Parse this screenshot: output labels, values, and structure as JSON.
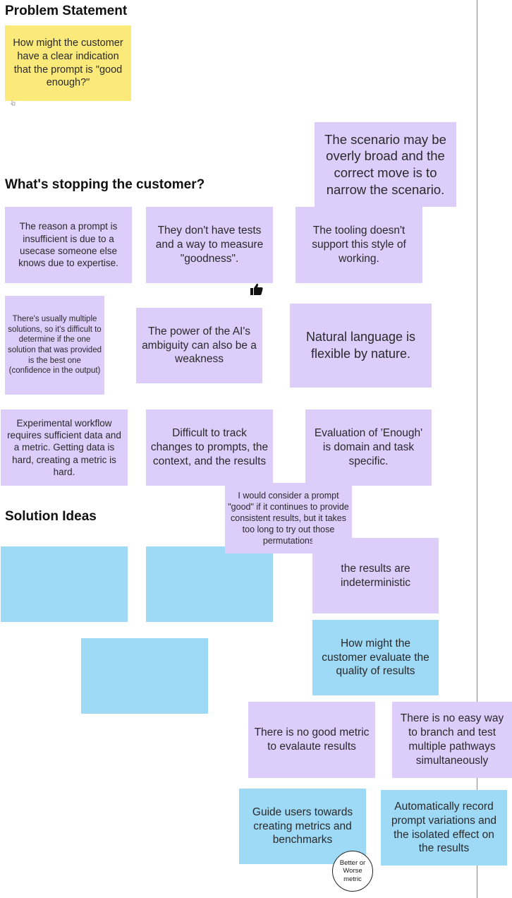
{
  "headings": {
    "problem": "Problem Statement",
    "stopping": "What's stopping the customer?",
    "solutions": "Solution Ideas"
  },
  "problem_note": "How might the customer have a clear indication that the prompt is \"good enough?\"",
  "stopping_notes": {
    "broad": "The scenario may be overly broad and the correct move is to narrow the scenario.",
    "expertise": "The reason a prompt is insufficient is due to a usecase someone else knows due to expertise.",
    "tests": "They don't have tests and a way to measure \"goodness\".",
    "tooling": "The tooling doesn't support this style of working.",
    "multiple": "There's usually multiple solutions, so it's difficult to determine if the one solution that was provided is the best one (confidence in the output)",
    "ambiguity": "The power of the AI's ambiguity can also be a weakness",
    "natural": "Natural language is flexible by nature.",
    "workflow": "Experimental workflow requires sufficient data and a metric.  Getting data is hard, creating a metric is hard.",
    "track": "Difficult to track changes to prompts, the context, and the results",
    "evaluation": "Evaluation of 'Enough' is domain and task specific.",
    "consistent": "I would consider a prompt \"good\" if it continues to provide consistent results, but it takes too long to try out those permutations",
    "indeterministic": "the results are indeterministic",
    "no_metric": "There is no good metric to evalaute results",
    "no_branch": "There is no easy way to branch and test multiple pathways simultaneously"
  },
  "solution_notes": {
    "how_evaluate": "How might the customer evaluate the quality of results",
    "guide": "Guide users towards creating metrics and benchmarks",
    "record": "Automatically record prompt variations and the isolated effect on the results",
    "blank_1": "",
    "blank_2": "",
    "blank_3": ""
  },
  "circle_label": "Better or Worse metric",
  "colors": {
    "yellow": "#fbe97a",
    "purple": "#dccdfb",
    "blue": "#9ed9f6",
    "divider": "#8a8a8a"
  },
  "icons": [
    "thumbs-up-icon",
    "pointer-mark-icon"
  ]
}
